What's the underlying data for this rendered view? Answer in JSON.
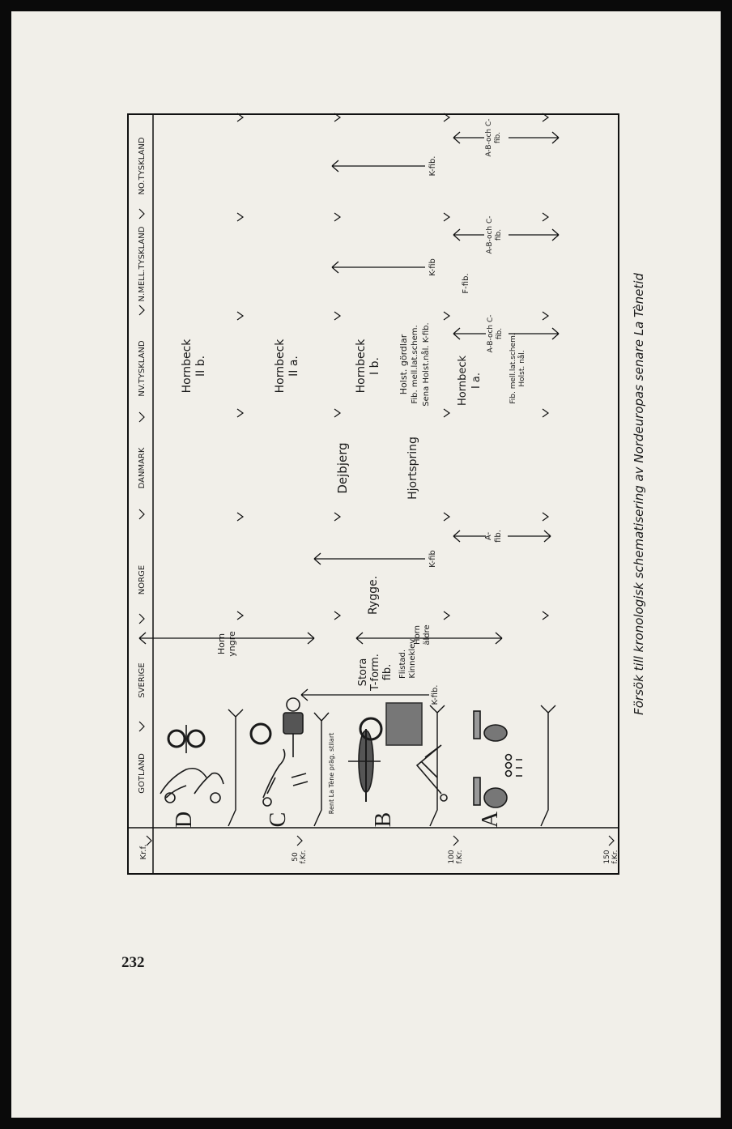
{
  "page": {
    "number": "232"
  },
  "chart_data": {
    "type": "table",
    "title": "Försök till kronologisk schematisering av Nordeuropas senare La Tènetid",
    "columns": [
      "GOTLAND",
      "SVERIGE",
      "NORGE",
      "DANMARK",
      "NV.TYSKLAND",
      "N.MELL.TYSKLAND",
      "NO.TYSKLAND"
    ],
    "time_marks": [
      {
        "value": "Kr.f.",
        "l1": "Kr.f.",
        "l2": ""
      },
      {
        "value": "50 f.Kr.",
        "l1": "50",
        "l2": "f.Kr."
      },
      {
        "value": "100 f.Kr.",
        "l1": "100",
        "l2": "f.Kr."
      },
      {
        "value": "150 f.Kr.",
        "l1": "150",
        "l2": "f.Kr."
      }
    ],
    "periods": [
      "D",
      "C",
      "B",
      "A"
    ],
    "gotland_note": "Rent La Tène präg. stilart",
    "entries": {
      "sverige": {
        "horn_yngre": [
          "Horn",
          "yngre"
        ],
        "stora": [
          "Stora",
          "T-form.",
          "fib."
        ],
        "flistad": [
          "Flistad.",
          "Kinneklev."
        ],
        "horn_aldre": [
          "Horn",
          "äldre"
        ],
        "kfib": "K-fib."
      },
      "norge": {
        "rygge": "Rygge.",
        "kfib": "K-fib",
        "afib": [
          "A-",
          "fib."
        ]
      },
      "danmark": {
        "dejbjerg": "Dejbjerg",
        "hjortspring": "Hjortspring"
      },
      "nvtyskland": {
        "hornbeck_iib": [
          "Hornbeck",
          "II b."
        ],
        "hornbeck_iia": [
          "Hornbeck",
          "II a."
        ],
        "hornbeck_ib": [
          "Hornbeck",
          "I b."
        ],
        "holst": [
          "Holst. gördlar",
          "Fib. mell.lat.schem.",
          "Sena Holst.nål. K-fib."
        ],
        "hornbeck_ia": [
          "Hornbeck",
          "I a."
        ],
        "abc": [
          "A-B-och C-",
          "fib."
        ],
        "fibholst": [
          "Fib. mell.lat.schem.",
          "Holst. nål."
        ]
      },
      "nmelltyskland": {
        "kfib": "K-fib",
        "ffib": "F-fib.",
        "abc": [
          "A-B-och C-",
          "fib."
        ]
      },
      "notyskland": {
        "kfib": "K-fib.",
        "abc": [
          "A-B-och C-",
          "fib."
        ]
      }
    }
  }
}
